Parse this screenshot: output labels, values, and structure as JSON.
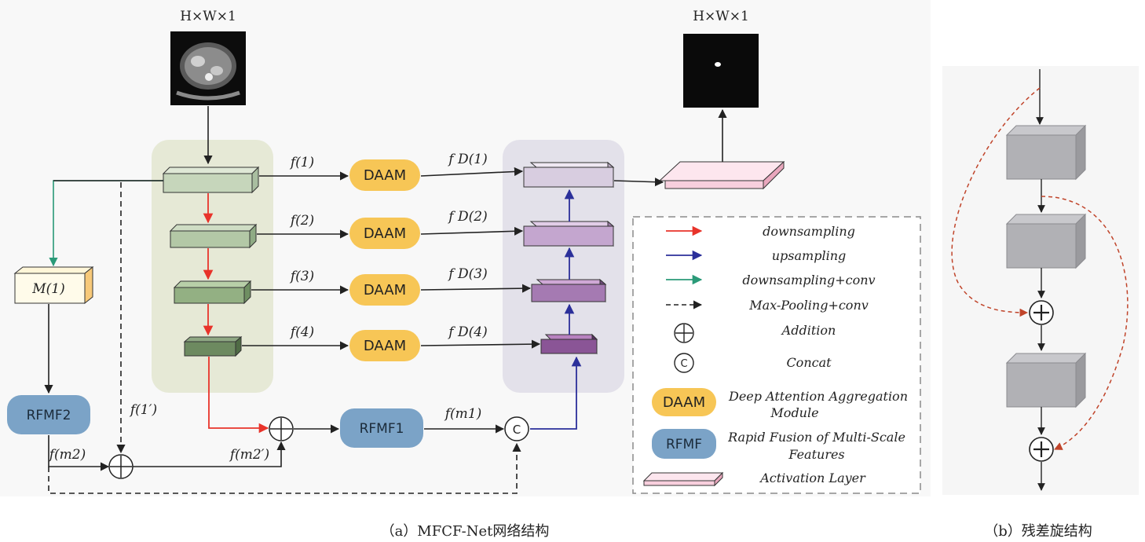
{
  "panel_a": {
    "input_label": "H×W×1",
    "output_label": "H×W×1",
    "encoder_labels": [
      "f(1)",
      "f(2)",
      "f(3)",
      "f(4)"
    ],
    "daam_label": "DAAM",
    "decoder_labels": [
      "f D(1)",
      "f D(2)",
      "f D(3)",
      "f D(4)"
    ],
    "m1_label": "M(1)",
    "rfmf2_label": "RFMF2",
    "rfmf1_label": "RFMF1",
    "f1p_label": "f(1′)",
    "fm2_label": "f(m2)",
    "fm2p_label": "f(m2′)",
    "fm1_label": "f(m1)",
    "concat_symbol": "C",
    "caption": "（a）MFCF-Net网络结构"
  },
  "legend": {
    "items": [
      {
        "text": "downsampling",
        "color": "#e8332a"
      },
      {
        "text": "upsampling",
        "color": "#2b2f9a"
      },
      {
        "text": "downsampling+conv",
        "color": "#2a9a78"
      },
      {
        "text": "Max-Pooling+conv",
        "color": "#222222"
      },
      {
        "text": "Addition"
      },
      {
        "text": "Concat"
      },
      {
        "badge": "DAAM",
        "text_line1": "Deep Attention Aggregation",
        "text_line2": "Module"
      },
      {
        "badge": "RFMF",
        "text_line1": "Rapid Fusion of Multi-Scale",
        "text_line2": "Features"
      },
      {
        "text": "Activation Layer"
      }
    ],
    "concat_symbol": "C"
  },
  "panel_b": {
    "caption": "（b）残差旋结构"
  },
  "colors": {
    "encoder_bg": "#e6e9d6",
    "decoder_bg": "#e3e1ea",
    "daam": "#f7c656",
    "rfmf": "#7ba3c7",
    "red": "#e8332a",
    "blue": "#2b2f9a",
    "green": "#2a9a78",
    "residual_dash": "#c0442a"
  }
}
